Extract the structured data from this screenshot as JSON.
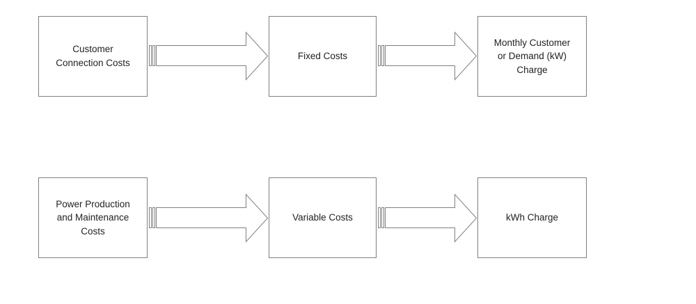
{
  "diagram": {
    "rows": [
      {
        "source": "Customer\nConnection Costs",
        "category": "Fixed Costs",
        "charge": "Monthly Customer\nor Demand (kW)\nCharge"
      },
      {
        "source": "Power Production\nand Maintenance\nCosts",
        "category": "Variable Costs",
        "charge": "kWh Charge"
      }
    ]
  },
  "colors": {
    "border": "#7f7f7f",
    "text": "#222222",
    "background": "#ffffff"
  }
}
